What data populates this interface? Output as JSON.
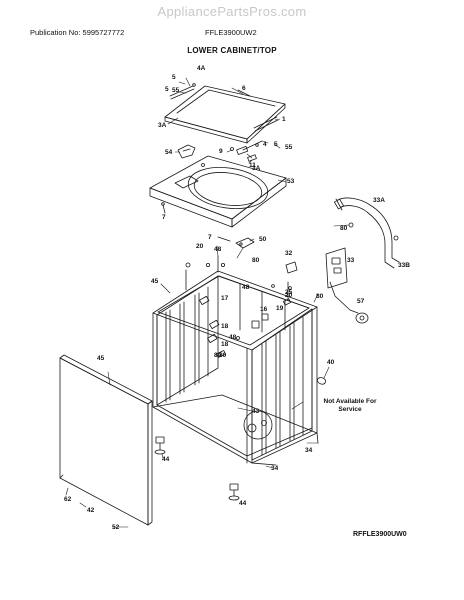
{
  "watermark": "AppliancePartsPros.com",
  "header": {
    "publication": "Publication No: 5995727772",
    "model": "FFLE3900UW2"
  },
  "section_title": "LOWER CABINET/TOP",
  "note": "Not Available For Service",
  "diagram_code": "RFFLE3900UW0",
  "part_labels": [
    "4A",
    "6",
    "5",
    "55",
    "5",
    "3A",
    "1",
    "9",
    "4",
    "5",
    "55",
    "54",
    "11",
    "3A",
    "53",
    "7",
    "33A",
    "7",
    "50",
    "80",
    "20",
    "48",
    "80",
    "32",
    "33",
    "33B",
    "45",
    "17",
    "48",
    "80",
    "25",
    "16",
    "19",
    "18",
    "18",
    "48",
    "20",
    "80",
    "57",
    "45",
    "80",
    "40",
    "43",
    "34",
    "44",
    "34",
    "62",
    "42",
    "44",
    "52"
  ],
  "colors": {
    "line": "#1a1a1a",
    "background": "#ffffff"
  }
}
